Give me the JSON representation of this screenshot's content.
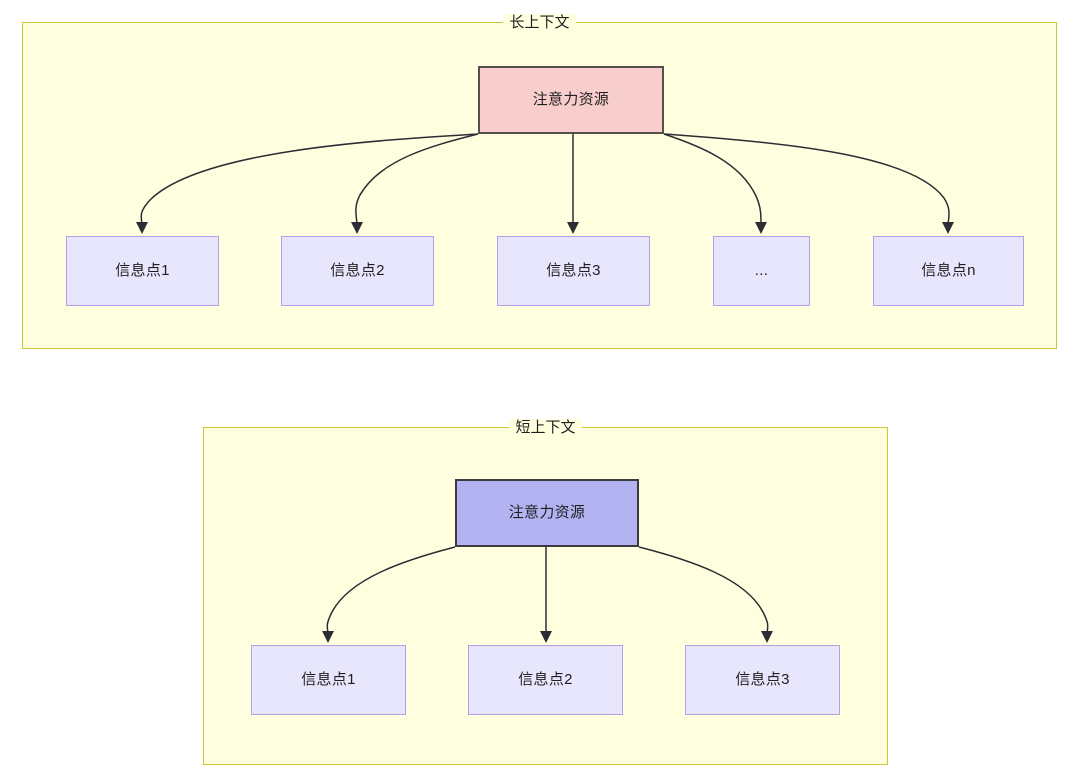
{
  "diagram": {
    "type": "flow-diagram",
    "background_color": "#ffffff",
    "panel_fill": "#ffffe0",
    "panel_border": "#c8c832",
    "edge_color": "#2c2c34",
    "panels": [
      {
        "id": "long-context",
        "title": "长上下文",
        "root": {
          "label": "注意力资源",
          "fill": "#f8cecc",
          "border": "#55504c"
        },
        "children": [
          {
            "label": "信息点1",
            "fill": "#e7e6fd",
            "border": "#b3a0e8"
          },
          {
            "label": "信息点2",
            "fill": "#e7e6fd",
            "border": "#b3a0e8"
          },
          {
            "label": "信息点3",
            "fill": "#e7e6fd",
            "border": "#b3a0e8"
          },
          {
            "label": "...",
            "fill": "#e7e6fd",
            "border": "#b3a0e8"
          },
          {
            "label": "信息点n",
            "fill": "#e7e6fd",
            "border": "#b3a0e8"
          }
        ]
      },
      {
        "id": "short-context",
        "title": "短上下文",
        "root": {
          "label": "注意力资源",
          "fill": "#b3b3f2",
          "border": "#3b3b3f"
        },
        "children": [
          {
            "label": "信息点1",
            "fill": "#e7e6fd",
            "border": "#b3a0e8"
          },
          {
            "label": "信息点2",
            "fill": "#e7e6fd",
            "border": "#b3a0e8"
          },
          {
            "label": "信息点3",
            "fill": "#e7e6fd",
            "border": "#b3a0e8"
          }
        ]
      }
    ]
  }
}
